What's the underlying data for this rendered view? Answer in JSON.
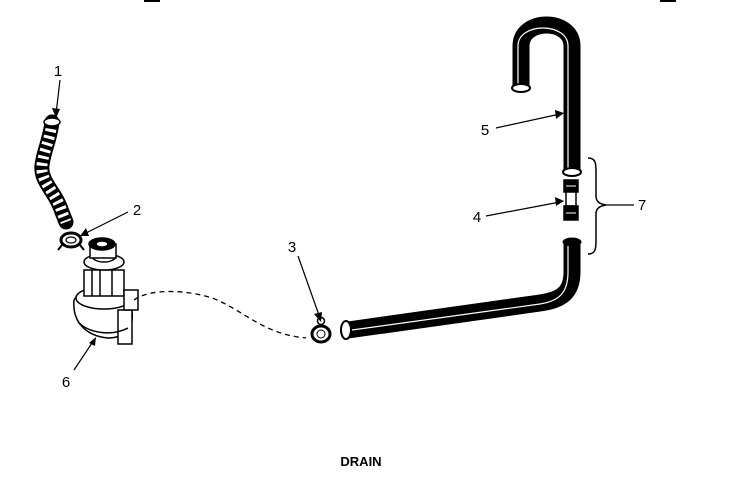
{
  "callouts": {
    "c1": "1",
    "c2": "2",
    "c3": "3",
    "c4": "4",
    "c5": "5",
    "c6": "6",
    "c7": "7"
  },
  "caption": "DRAIN"
}
